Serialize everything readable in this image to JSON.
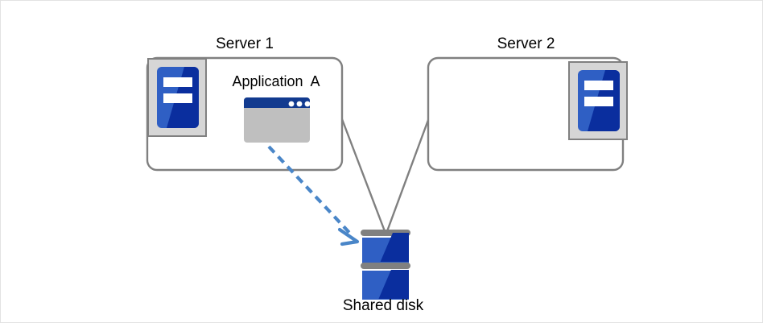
{
  "diagram": {
    "type": "shared-disk-cluster",
    "title_server_1": "Server 1",
    "title_server_2": "Server 2",
    "application_label": "Application  A",
    "shared_disk_label": "Shared disk",
    "colors": {
      "box_outline": "#808080",
      "icon_frame": "#d6d6d6",
      "icon_frame_border": "#808080",
      "blue_light": "#2f5fc4",
      "blue_dark": "#0a2e9e",
      "window_titlebar": "#123a8f",
      "window_body": "#bfbfbf",
      "window_dot": "#ffffff",
      "disk_separator": "#808080",
      "arrow_dashed": "#4a86c8",
      "connector_line": "#808080",
      "page_border": "#e2e2e2",
      "text": "#000000"
    },
    "nodes": [
      {
        "name": "server-1",
        "label": "Server 1",
        "icon": "server-icon",
        "icon_position": "left",
        "contains": "Application  A"
      },
      {
        "name": "server-2",
        "label": "Server 2",
        "icon": "server-icon",
        "icon_position": "right",
        "contains": ""
      },
      {
        "name": "shared-disk",
        "label": "Shared disk",
        "icon": "database-icon",
        "platters": 2
      }
    ],
    "connections": [
      {
        "from": "server-1",
        "to": "shared-disk",
        "style": "solid",
        "color": "#808080"
      },
      {
        "from": "server-2",
        "to": "shared-disk",
        "style": "solid",
        "color": "#808080"
      },
      {
        "from": "application-a",
        "to": "shared-disk",
        "style": "dashed-arrow",
        "color": "#4a86c8"
      }
    ]
  }
}
